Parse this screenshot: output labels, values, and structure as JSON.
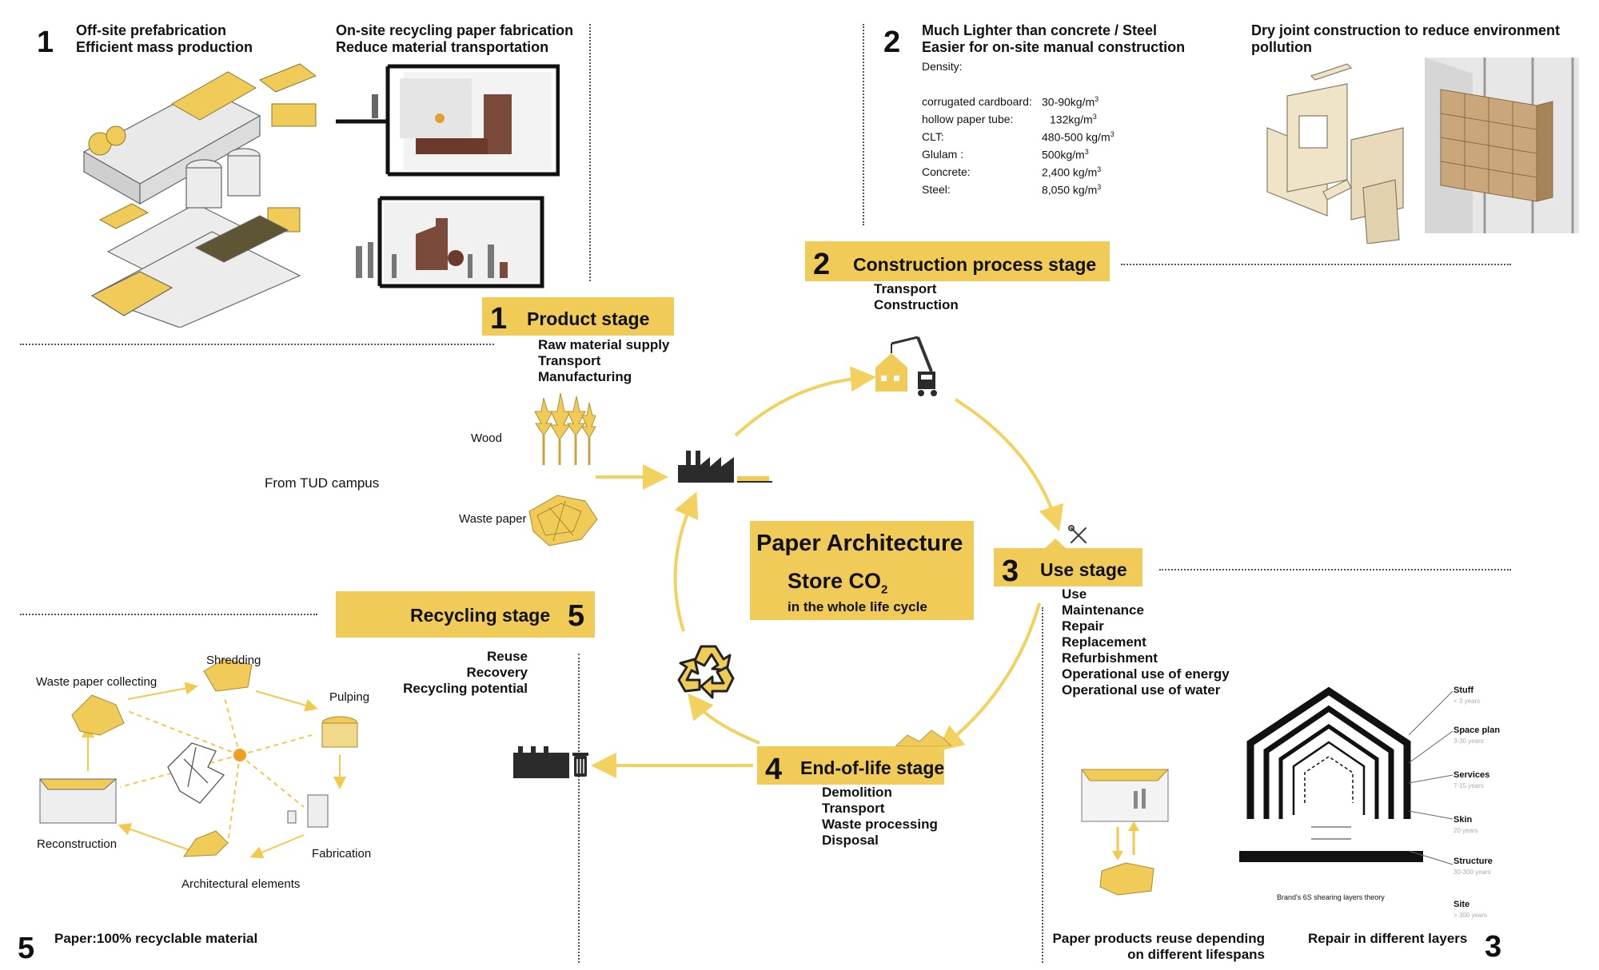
{
  "top_left": {
    "number": "1",
    "left_lines": [
      "Off-site prefabrication",
      "Efficient mass production"
    ],
    "right_lines": [
      "On-site recycling paper fabrication",
      "Reduce material transportation"
    ]
  },
  "top_right": {
    "number": "2",
    "lines": [
      "Much Lighter than concrete / Steel",
      "Easier for on-site manual construction"
    ],
    "density_label": "Density:",
    "density_table": [
      {
        "material": "corrugated cardboard:",
        "value": "30-90kg/m",
        "sup": "3"
      },
      {
        "material": "hollow paper tube:",
        "value": "132kg/m",
        "sup": "3"
      },
      {
        "material": "CLT:",
        "value": "480-500 kg/m",
        "sup": "3"
      },
      {
        "material": "Glulam :",
        "value": "500kg/m",
        "sup": "3"
      },
      {
        "material": "Concrete:",
        "value": "2,400 kg/m",
        "sup": "3"
      },
      {
        "material": "Steel:",
        "value": "8,050 kg/m",
        "sup": "3"
      }
    ],
    "dry_joint_lines": [
      "Dry joint construction to reduce environment",
      "pollution"
    ]
  },
  "stages": {
    "product": {
      "number": "1",
      "title": "Product stage",
      "items": [
        "Raw material supply",
        "Transport",
        "Manufacturing"
      ]
    },
    "construction": {
      "number": "2",
      "title": "Construction process stage",
      "items": [
        "Transport",
        "Construction"
      ]
    },
    "use": {
      "number": "3",
      "title": "Use stage",
      "items": [
        "Use",
        "Maintenance",
        "Repair",
        "Replacement",
        "Refurbishment",
        "Operational use of energy",
        "Operational use of water"
      ]
    },
    "end_of_life": {
      "number": "4",
      "title": "End-of-life stage",
      "items": [
        "Demolition",
        "Transport",
        "Waste processing",
        "Disposal"
      ]
    },
    "recycling": {
      "number": "5",
      "title": "Recycling stage",
      "items": [
        "Reuse",
        "Recovery",
        "Recycling potential"
      ]
    }
  },
  "center": {
    "title": "Paper Architecture",
    "store": "Store CO",
    "store_sub": "2",
    "caption": "in the whole life cycle"
  },
  "inputs": {
    "wood": "Wood",
    "waste_paper": "Waste paper",
    "source": "From TUD campus"
  },
  "recycle_loop": {
    "waste_paper_collecting": "Waste paper collecting",
    "shredding": "Shredding",
    "pulping": "Pulping",
    "fabrication": "Fabrication",
    "architectural_elements": "Architectural elements",
    "reconstruction": "Reconstruction"
  },
  "bottom_left": {
    "number": "5",
    "text": "Paper:100% recyclable material"
  },
  "bottom_right": {
    "reuse_lines": [
      "Paper products reuse depending",
      "on different lifespans"
    ],
    "repair": "Repair in different layers",
    "number": "3",
    "theory": "Brand's 6S shearing layers theory",
    "layers": [
      {
        "name": "Stuff",
        "span": "< 3 years"
      },
      {
        "name": "Space plan",
        "span": "3-30 years"
      },
      {
        "name": "Services",
        "span": "7-15 years"
      },
      {
        "name": "Skin",
        "span": "20 years"
      },
      {
        "name": "Structure",
        "span": "30-300 years"
      },
      {
        "name": "Site",
        "span": "> 300 years"
      }
    ]
  },
  "colors": {
    "accent": "#f0cb58",
    "arrow": "#f2d15e",
    "dark": "#2b2b2b"
  }
}
